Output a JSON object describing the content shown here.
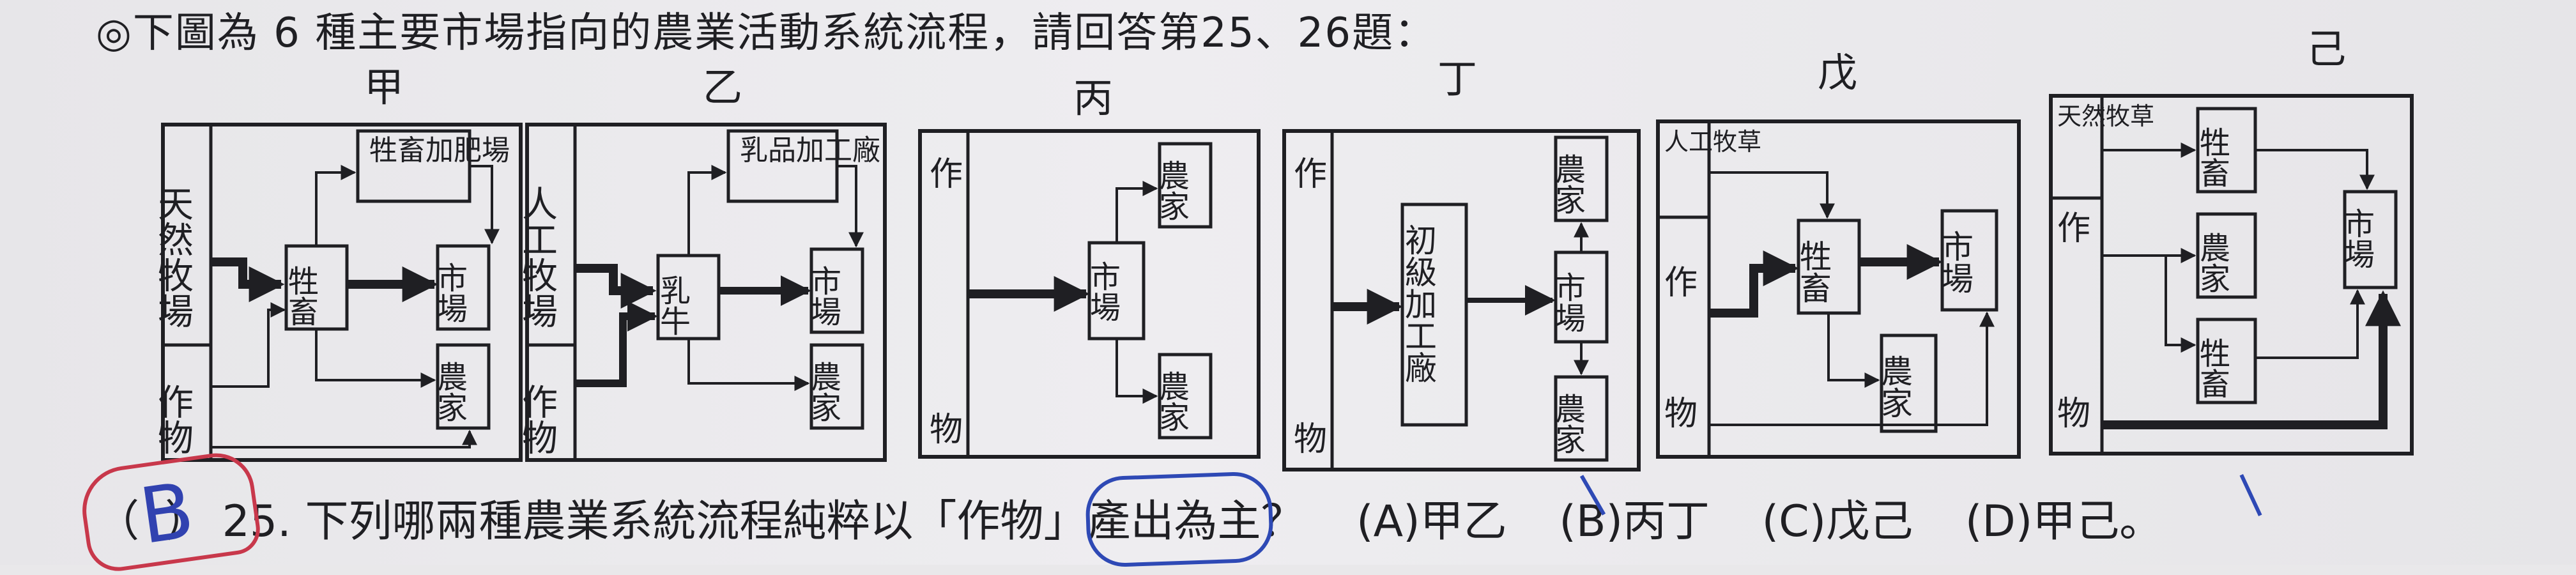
{
  "header": "◎下圖為 6 種主要市場指向的農業活動系統流程，請回答第25、26題：",
  "systems": [
    {
      "id": "jia",
      "title": "甲",
      "source_top": "天然牧場",
      "source_bottom": "作物",
      "node_a": "牲畜",
      "node_b": "市場",
      "node_c": "農家",
      "node_top": "牲畜加肥場"
    },
    {
      "id": "yi",
      "title": "乙",
      "source_top": "人工牧場",
      "source_bottom": "作物",
      "node_a": "乳牛",
      "node_b": "市場",
      "node_c": "農家",
      "node_top": "乳品加工廠"
    },
    {
      "id": "bing",
      "title": "丙",
      "source_top": "作",
      "source_bottom": "物",
      "node_a": "市場",
      "node_b": "農家",
      "node_c": "農家"
    },
    {
      "id": "ding",
      "title": "丁",
      "source_top": "作",
      "source_bottom": "物",
      "node_a": "初級加工廠",
      "node_b": "市場",
      "node_c": "農家",
      "node_d": "農家"
    },
    {
      "id": "wu",
      "title": "戊",
      "source_top": "人工牧草",
      "source_mid": "作",
      "source_bottom": "物",
      "node_a": "牲畜",
      "node_b": "市場",
      "node_c": "農家"
    },
    {
      "id": "ji",
      "title": "己",
      "source_top": "天然牧草",
      "source_mid": "作",
      "source_bottom": "物",
      "node_a": "牲畜",
      "node_b": "農家",
      "node_c": "牲畜",
      "node_d": "市場"
    }
  ],
  "question": {
    "paren_left": "（",
    "paren_right": "）",
    "number": "25.",
    "text_before": "下列哪兩種農業系統流程純粹以「",
    "highlight": "作物",
    "text_after": "」產出為主？",
    "choices": [
      "(A)甲乙",
      "(B)丙丁",
      "(C)戊己",
      "(D)甲己。"
    ]
  },
  "annotations": {
    "handwritten_answer": "B"
  }
}
